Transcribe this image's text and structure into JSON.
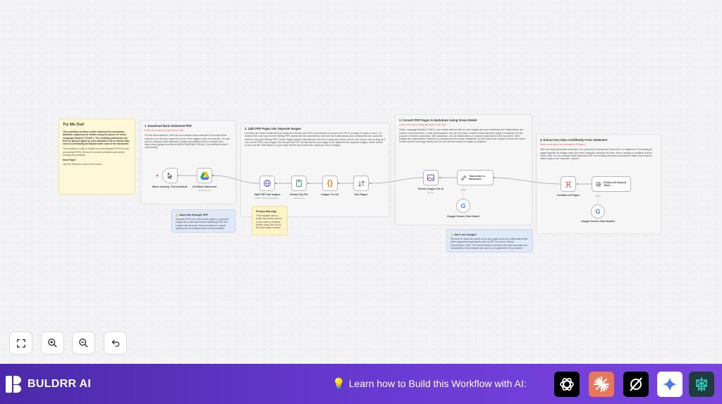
{
  "canvas": {
    "main_note": {
      "title": "Try Me Out!",
      "body1": "This workflow extracts a bank statement to markdown, faithfully capturing the details using the power of Vision Language Models (\"VLMs\"). The resulting markdown can then be parsed again by your standard LLM to extract data such as identifying all deposit table rows in the document.",
      "body2": "This workflow is able to handle both downloaded PDFs as well as scanned PDFs. Be sure to protect sensitive data before running this workflow.",
      "help_title": "Need Help?",
      "help_body": "Join the Discord or ask in the Forum!"
    },
    "sections": [
      {
        "title": "1. Download Bank Statement PDF",
        "subtitle": "Read more about Google Drive node",
        "body": "For this demonstration, we'll use an example bank statement off Google Drive however, you can also swap this out for other triggers such as webhook. You can use the example bank statement created specifically for this workflow here: https://drive.google.com/file/d/1wS9U7MQDthj57CvEcqG_Llkr-ek6RqGA/view?usp=sharing"
      },
      {
        "title": "2. Split PDF Pages into Seperate Images",
        "subtitle": "",
        "body": "Currently, the Vision model we'll be using can't accept raw PDFs so we'll need to convert our PDF to a image in order to use it. To achieve this, we'll use the free Stirling PDF webservice for convenience but if we need data privacy (recommended!) we could self-host this using the Stirling PDF Docker image instead. Alternatively, feel free to swap this service out for one of your own as long as it can convert PDFs into images! We will split the PDF but this returns each page of our statement as separate images, which it does so as a zip file. Next steps is to just unzip the file and convert the output as a list of images."
      },
      {
        "title": "3. Convert PDF Pages to Markdown Using Vision Model",
        "subtitle": "Learn more about using the Basic LLM node",
        "body": "Vision Language Models (\"VLMs\"), are models that are able to view images and can understand the relationships and context of the document. In this demonstration, we use the Vision model to transcribe each page to markdown for the purpose of further processing. With markdown, we can retain tables or columnar data found in the document. We'll employ two optimisations however as a workaround for known limitations: (1) we'll resize the image to ensure the vision model can see the image clearly and (2) we'll ask the model to explain as required."
      },
      {
        "title": "4. Extract Key Data Confidently From Statement",
        "subtitle": "Read more about the Information Extractor",
        "body": "With our newly generated transcript, let's pull just the deposit line items from our statement. Processing all pages together as images may have been computer-intensive but here, this is usually no problem at all for most LLMs. For our example bank statement PDF, the resulting extraction should be 8 table rows where a value exists in the \"deposits\" column."
      }
    ],
    "notes": {
      "about_title": "About the Example PDF",
      "about_body": "Scanned PDFs (ie. where each page is a scanned image) are a use-case where extracting PDF text content will not work. Vision models are a great solution as this workflow aims to demonstrate!",
      "privacy_title": "Privacy Warning!",
      "privacy_body": "This example uses a public third-party service. If your data is sensitive, please swap this out for the self-hosted version!",
      "google_title": "Don't use Google?",
      "google_body": "Feel free to swap the model out for any state-of-the-art multimodal model which supports image inputs such as GPT4o-mini or Claude Sonnet/Opus. Note, I've found Gemini to produce the most accurate and consistent for this example use case so no guarantees if you switch!"
    },
    "nodes": {
      "trigger": {
        "label": "When clicking 'Test workflow'",
        "icon": "cursor-icon"
      },
      "gdrive": {
        "label": "Get Bank Statement",
        "sub": "download: file",
        "icon": "google-drive-icon"
      },
      "split": {
        "label": "Split PDF into Images",
        "sub": "POST: https://stirling-pdf...",
        "icon": "globe-icon"
      },
      "extract": {
        "label": "Extract Zip File",
        "sub": "decompress",
        "icon": "zip-icon"
      },
      "images_list": {
        "label": "Images To List",
        "icon": "braces-icon"
      },
      "sort": {
        "label": "Sort Pages",
        "icon": "sort-icon"
      },
      "resize": {
        "label": "Resize Images For AI",
        "sub": "Resize",
        "icon": "image-icon"
      },
      "transcribe": {
        "label": "Transcribe to Markdown",
        "icon": "link-icon"
      },
      "gemini1": {
        "label": "Google Gemini Chat Model",
        "icon": "google-icon"
      },
      "combine": {
        "label": "Combine All Pages",
        "icon": "combine-icon"
      },
      "extract_table": {
        "label": "Extract All Deposit Table...",
        "icon": "extractor-icon"
      },
      "gemini2": {
        "label": "Google Gemini Chat Model1",
        "icon": "google-icon"
      },
      "model_port": "Model"
    }
  },
  "controls": [
    {
      "name": "fit-view-button",
      "icon": "fit-view-icon"
    },
    {
      "name": "zoom-in-button",
      "icon": "zoom-in-icon"
    },
    {
      "name": "zoom-out-button",
      "icon": "zoom-out-icon"
    },
    {
      "name": "undo-button",
      "icon": "undo-icon"
    }
  ],
  "footer": {
    "brand": "BULDRR AI",
    "learn_text": "Learn how to Build this Workflow with AI:",
    "ai_buttons": [
      {
        "name": "chatgpt",
        "icon": "openai-icon",
        "bg": "#000000"
      },
      {
        "name": "claude",
        "icon": "claude-icon",
        "bg": "#e8775a"
      },
      {
        "name": "grok",
        "icon": "grok-icon",
        "bg": "#000000"
      },
      {
        "name": "gemini",
        "icon": "gemini-icon",
        "bg": "#ffffff"
      },
      {
        "name": "perplexity",
        "icon": "perplexity-icon",
        "bg": "#1f3c3f"
      }
    ]
  }
}
